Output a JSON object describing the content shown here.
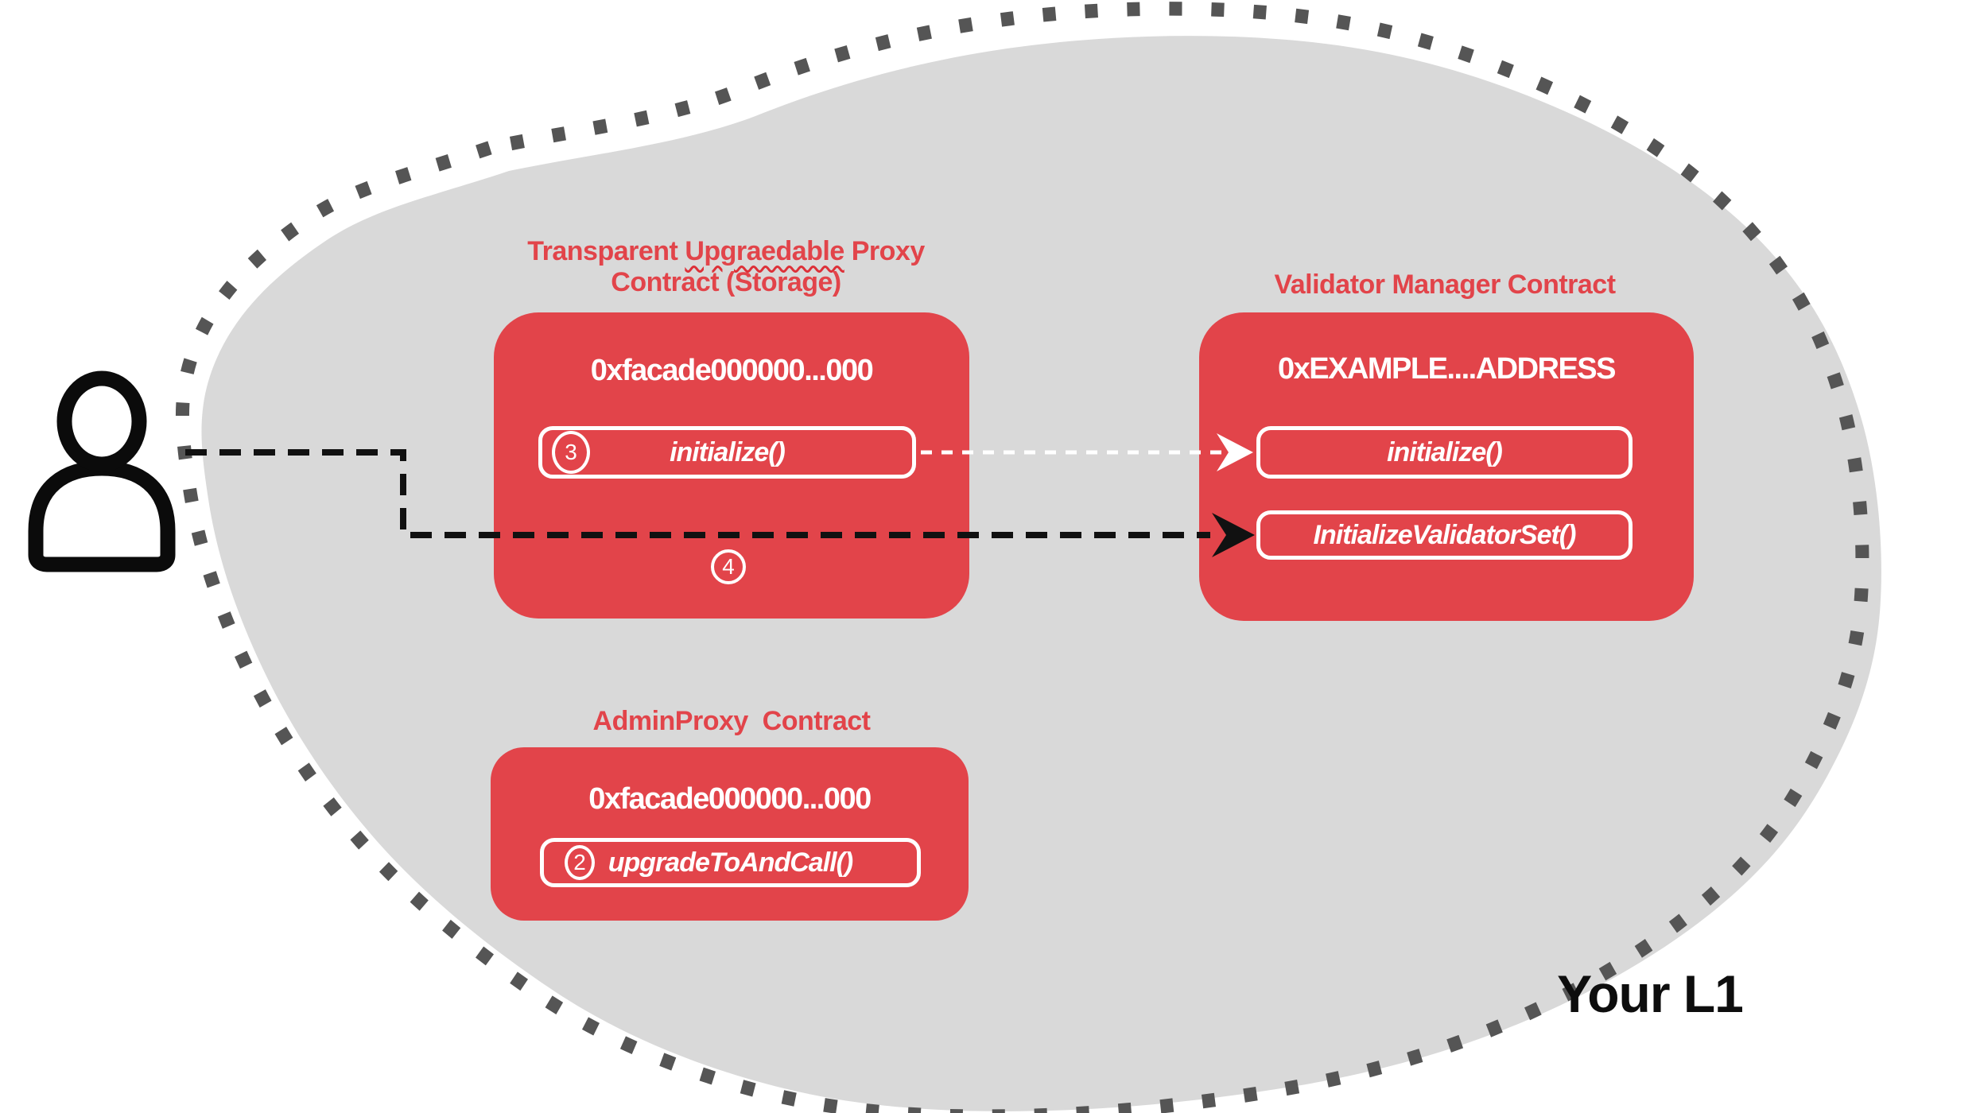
{
  "l1_label": "Your L1",
  "colors": {
    "contract_red": "#e2444a",
    "blob_gray": "#d9d9d9",
    "border_dot_gray": "#555555",
    "connector_black": "#111111",
    "connector_white": "#ffffff"
  },
  "icons": {
    "actor": "person-icon"
  },
  "proxy": {
    "title_pre": "Transparent ",
    "title_word": "Upgraedable",
    "title_post": " Proxy",
    "title_line2": "Contract (Storage)",
    "address": "0xfacade000000...000",
    "method": "initialize()",
    "step": "3",
    "step_below": "4"
  },
  "validator": {
    "title": "Validator Manager Contract",
    "address": "0xEXAMPLE....ADDRESS",
    "methods": [
      "initialize()",
      "InitializeValidatorSet()"
    ]
  },
  "admin": {
    "title": "AdminProxy  Contract",
    "address": "0xfacade000000...000",
    "method": "upgradeToAndCall()",
    "step": "2"
  }
}
